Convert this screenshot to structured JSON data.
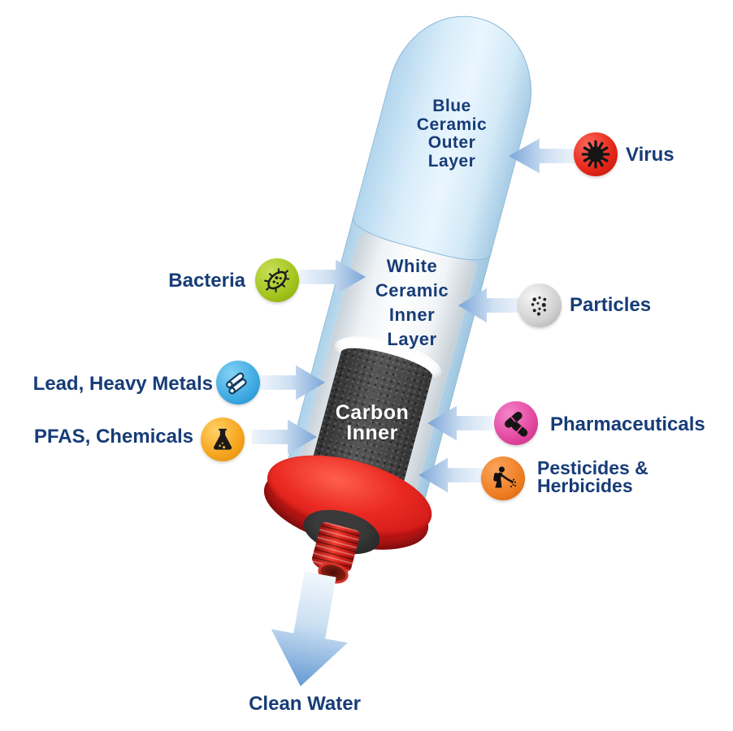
{
  "layers": {
    "blue_outer": {
      "lines": [
        "Blue",
        "Ceramic",
        "Outer",
        "Layer"
      ],
      "color": "#d9edfa"
    },
    "white_inner": {
      "lines": [
        "White",
        "Ceramic",
        "Inner",
        "Layer"
      ],
      "color": "#ffffff"
    },
    "carbon_inner": {
      "lines": [
        "Carbon",
        "Inner"
      ],
      "color": "#4a4a4a"
    }
  },
  "base": {
    "color": "#e82a22",
    "gasket_color": "#1c1c1c"
  },
  "contaminants": [
    {
      "id": "virus",
      "label": "Virus",
      "icon": "virus-icon",
      "color": "#e8281c",
      "direction": "in-from-right"
    },
    {
      "id": "bacteria",
      "label": "Bacteria",
      "icon": "bacteria-icon",
      "color": "#a3c41d",
      "direction": "in-from-left"
    },
    {
      "id": "particles",
      "label": "Particles",
      "icon": "particles-icon",
      "color": "#d0d0d0",
      "direction": "in-from-right"
    },
    {
      "id": "lead",
      "label": "Lead, Heavy Metals",
      "icon": "metal-pipes-icon",
      "color": "#3fa9e2",
      "direction": "in-from-left"
    },
    {
      "id": "pfas",
      "label": "PFAS, Chemicals",
      "icon": "chemical-flask-icon",
      "color": "#f6a41c",
      "direction": "in-from-left"
    },
    {
      "id": "pharmaceuticals",
      "label": "Pharmaceuticals",
      "icon": "pills-icon",
      "color": "#e2479f",
      "direction": "in-from-right"
    },
    {
      "id": "pesticides",
      "label_lines": [
        "Pesticides &",
        "Herbicides"
      ],
      "icon": "pesticide-sprayer-icon",
      "color": "#ee7d23",
      "direction": "in-from-right"
    }
  ],
  "flow": {
    "clean_water_label": "Clean Water"
  },
  "colors": {
    "label_text": "#173c77",
    "arrow_light": "#eef4fb",
    "arrow_dark": "#7aa5d8",
    "background": "#ffffff"
  }
}
